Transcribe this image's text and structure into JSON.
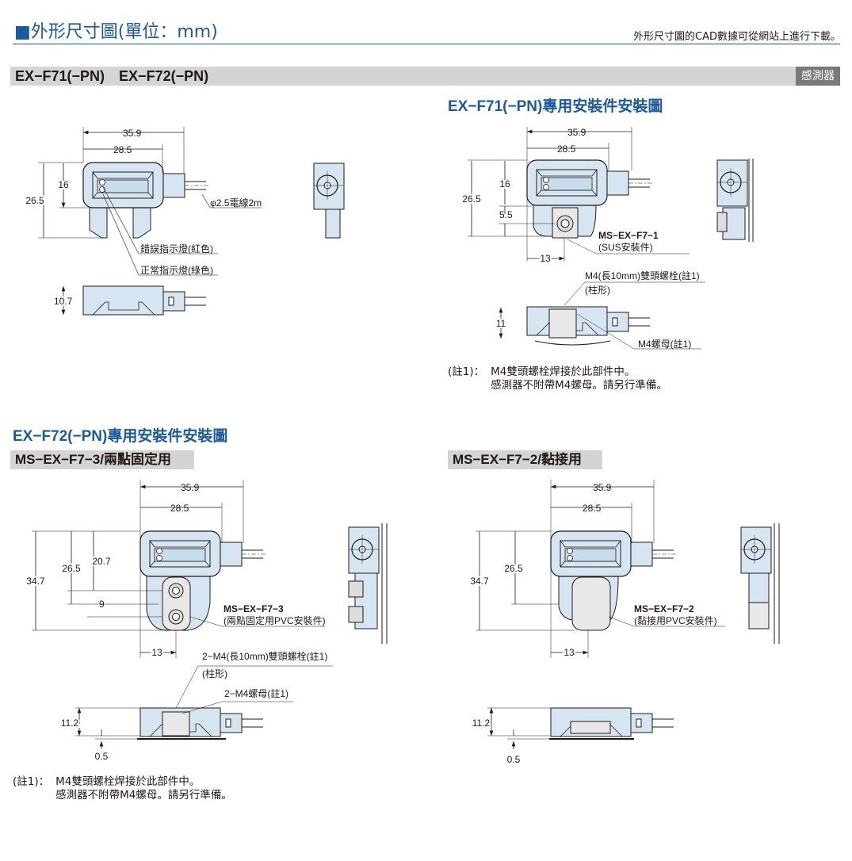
{
  "header": {
    "title": "■外形尺寸圖(單位：mm)",
    "cad_note": "外形尺寸圖的CAD數據可從網站上進行下載。",
    "models": "EX−F71(−PN)　EX−F72(−PN)",
    "badge": "感測器"
  },
  "sensor_drawing": {
    "dim_width_total": "35.9",
    "dim_width_body": "28.5",
    "dim_height": "26.5",
    "dim_body_height": "16",
    "dim_thickness": "10.7",
    "cable_label": "φ2.5電線2m",
    "error_led_label": "錯誤指示燈(紅色)",
    "normal_led_label": "正常指示燈(綠色)"
  },
  "f71_mount": {
    "heading": "EX−F71(−PN)專用安裝件安裝圖",
    "dim_width_total": "35.9",
    "dim_width_body": "28.5",
    "dim_height": "26.5",
    "dim_body_height": "16",
    "dim_bolt_offset": "5.5",
    "dim_bolt_x": "13",
    "part_no": "MS−EX−F7−1",
    "part_desc": "(SUS安裝件)",
    "bolt_label": "M4(長10mm)雙頭螺栓(註1)",
    "bolt_shape": "(柱形)",
    "dim_thickness": "11",
    "nut_label": "M4螺母(註1)",
    "note_prefix": "(註1)：",
    "note_lines": [
      "M4雙頭螺栓焊接於此部件中。",
      "感測器不附帶M4螺母。請另行準備。"
    ]
  },
  "f72_mount": {
    "heading": "EX−F72(−PN)專用安裝件安裝圖",
    "two_point": {
      "title": "MS−EX−F7−3/兩點固定用",
      "dim_width_total": "35.9",
      "dim_width_body": "28.5",
      "dim_height_total": "34.7",
      "dim_height": "26.5",
      "dim_upper": "20.7",
      "dim_pitch": "9",
      "dim_bolt_x": "13",
      "part_no": "MS−EX−F7−3",
      "part_desc": "(兩點固定用PVC安裝件)",
      "bolt_label": "2−M4(長10mm)雙頭螺栓(註1)",
      "bolt_shape": "(柱形)",
      "nut_label": "2−M4螺母(註1)",
      "dim_thickness": "11.2",
      "dim_gap": "0.5"
    },
    "adhesive": {
      "title": "MS−EX−F7−2/黏接用",
      "dim_width_total": "35.9",
      "dim_width_body": "28.5",
      "dim_height_total": "34.7",
      "dim_height": "26.5",
      "dim_x": "13",
      "part_no": "MS−EX−F7−2",
      "part_desc": "(黏接用PVC安裝件)",
      "dim_thickness": "11.2",
      "dim_gap": "0.5"
    },
    "note_prefix": "(註1)：",
    "note_lines": [
      "M4雙頭螺栓焊接於此部件中。",
      "感測器不附帶M4螺母。請另行準備。"
    ]
  },
  "colors": {
    "accent": "#1a5aa0",
    "part_fill": "#d5e6f2",
    "bar_gray": "#d4d4d4"
  }
}
